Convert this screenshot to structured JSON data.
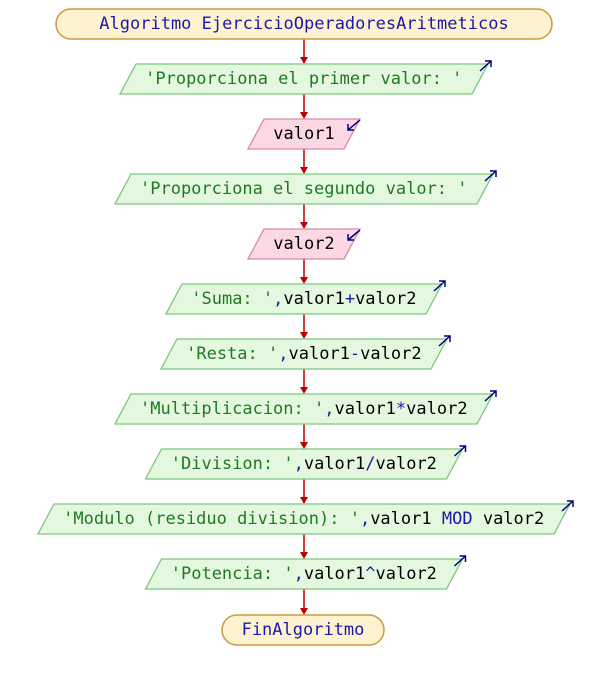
{
  "start_label": "Algoritmo EjercicioOperadoresAritmeticos",
  "end_label": "FinAlgoritmo",
  "steps": [
    {
      "kind": "output",
      "parts": [
        {
          "text": "'Proporciona el primer valor: '",
          "role": "str"
        }
      ]
    },
    {
      "kind": "input",
      "parts": [
        {
          "text": "valor1",
          "role": "var"
        }
      ]
    },
    {
      "kind": "output",
      "parts": [
        {
          "text": "'Proporciona el segundo valor: '",
          "role": "str"
        }
      ]
    },
    {
      "kind": "input",
      "parts": [
        {
          "text": "valor2",
          "role": "var"
        }
      ]
    },
    {
      "kind": "output",
      "parts": [
        {
          "text": "'Suma: '",
          "role": "str"
        },
        {
          "text": ",",
          "role": "op"
        },
        {
          "text": "valor1",
          "role": "var"
        },
        {
          "text": "+",
          "role": "op"
        },
        {
          "text": "valor2",
          "role": "var"
        }
      ]
    },
    {
      "kind": "output",
      "parts": [
        {
          "text": "'Resta: '",
          "role": "str"
        },
        {
          "text": ",",
          "role": "op"
        },
        {
          "text": "valor1",
          "role": "var"
        },
        {
          "text": "-",
          "role": "op"
        },
        {
          "text": "valor2",
          "role": "var"
        }
      ]
    },
    {
      "kind": "output",
      "parts": [
        {
          "text": "'Multiplicacion: '",
          "role": "str"
        },
        {
          "text": ",",
          "role": "op"
        },
        {
          "text": "valor1",
          "role": "var"
        },
        {
          "text": "*",
          "role": "op"
        },
        {
          "text": "valor2",
          "role": "var"
        }
      ]
    },
    {
      "kind": "output",
      "parts": [
        {
          "text": "'Division: '",
          "role": "str"
        },
        {
          "text": ",",
          "role": "op"
        },
        {
          "text": "valor1",
          "role": "var"
        },
        {
          "text": "/",
          "role": "op"
        },
        {
          "text": "valor2",
          "role": "var"
        }
      ]
    },
    {
      "kind": "output",
      "parts": [
        {
          "text": "'Modulo (residuo division): '",
          "role": "str"
        },
        {
          "text": ",",
          "role": "op"
        },
        {
          "text": "valor1",
          "role": "var"
        },
        {
          "text": " ",
          "role": "var"
        },
        {
          "text": "MOD",
          "role": "kw"
        },
        {
          "text": " ",
          "role": "var"
        },
        {
          "text": "valor2",
          "role": "var"
        }
      ]
    },
    {
      "kind": "output",
      "parts": [
        {
          "text": "'Potencia: '",
          "role": "str"
        },
        {
          "text": ",",
          "role": "op"
        },
        {
          "text": "valor1",
          "role": "var"
        },
        {
          "text": "^",
          "role": "op"
        },
        {
          "text": "valor2",
          "role": "var"
        }
      ]
    }
  ],
  "colors": {
    "terminal_fill": "#fff2d0",
    "terminal_stroke": "#c89b3c",
    "output_fill": "#e4f8e0",
    "output_stroke": "#7cc67c",
    "input_fill": "#fbd8e4",
    "input_stroke": "#d98aa6",
    "connector": "#bb0000",
    "string_text": "#1f7a1f",
    "var_text": "#000000",
    "op_text": "#1a1aa6",
    "keyword_text": "#1a1aa6",
    "io_arrow": "#000080"
  }
}
